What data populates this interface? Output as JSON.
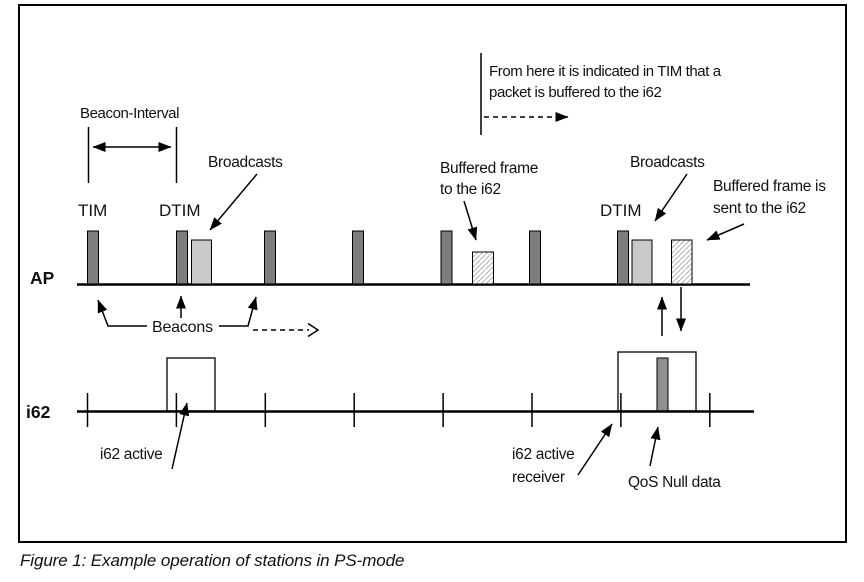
{
  "figure": {
    "caption": "Figure 1: Example operation of stations in PS-mode"
  },
  "timelines": {
    "ap_label": "AP",
    "i62_label": "i62"
  },
  "labels": {
    "note_line1": "From here it is indicated in TIM that a",
    "note_line2": "packet is buffered to the i62",
    "beacon_interval": "Beacon-Interval",
    "tim": "TIM",
    "dtim_left": "DTIM",
    "dtim_right": "DTIM",
    "broadcasts_left": "Broadcasts",
    "broadcasts_right": "Broadcasts",
    "buffered_frame_left_line1": "Buffered frame",
    "buffered_frame_left_line2": "to the i62",
    "buffered_frame_right_line1": "Buffered frame is",
    "buffered_frame_right_line2": "sent to the i62",
    "beacons": "Beacons",
    "i62_active": "i62 active",
    "i62_active_receiver_line1": "i62 active",
    "i62_active_receiver_line2": "receiver",
    "qos_null_data": "QoS Null data"
  },
  "colors": {
    "beacon_fill": "#7d7d7d",
    "broadcast_fill": "#c9c9c9",
    "qos_fill": "#8f8f8f",
    "hatch_line": "#b3b3b3",
    "stroke": "#000000"
  }
}
